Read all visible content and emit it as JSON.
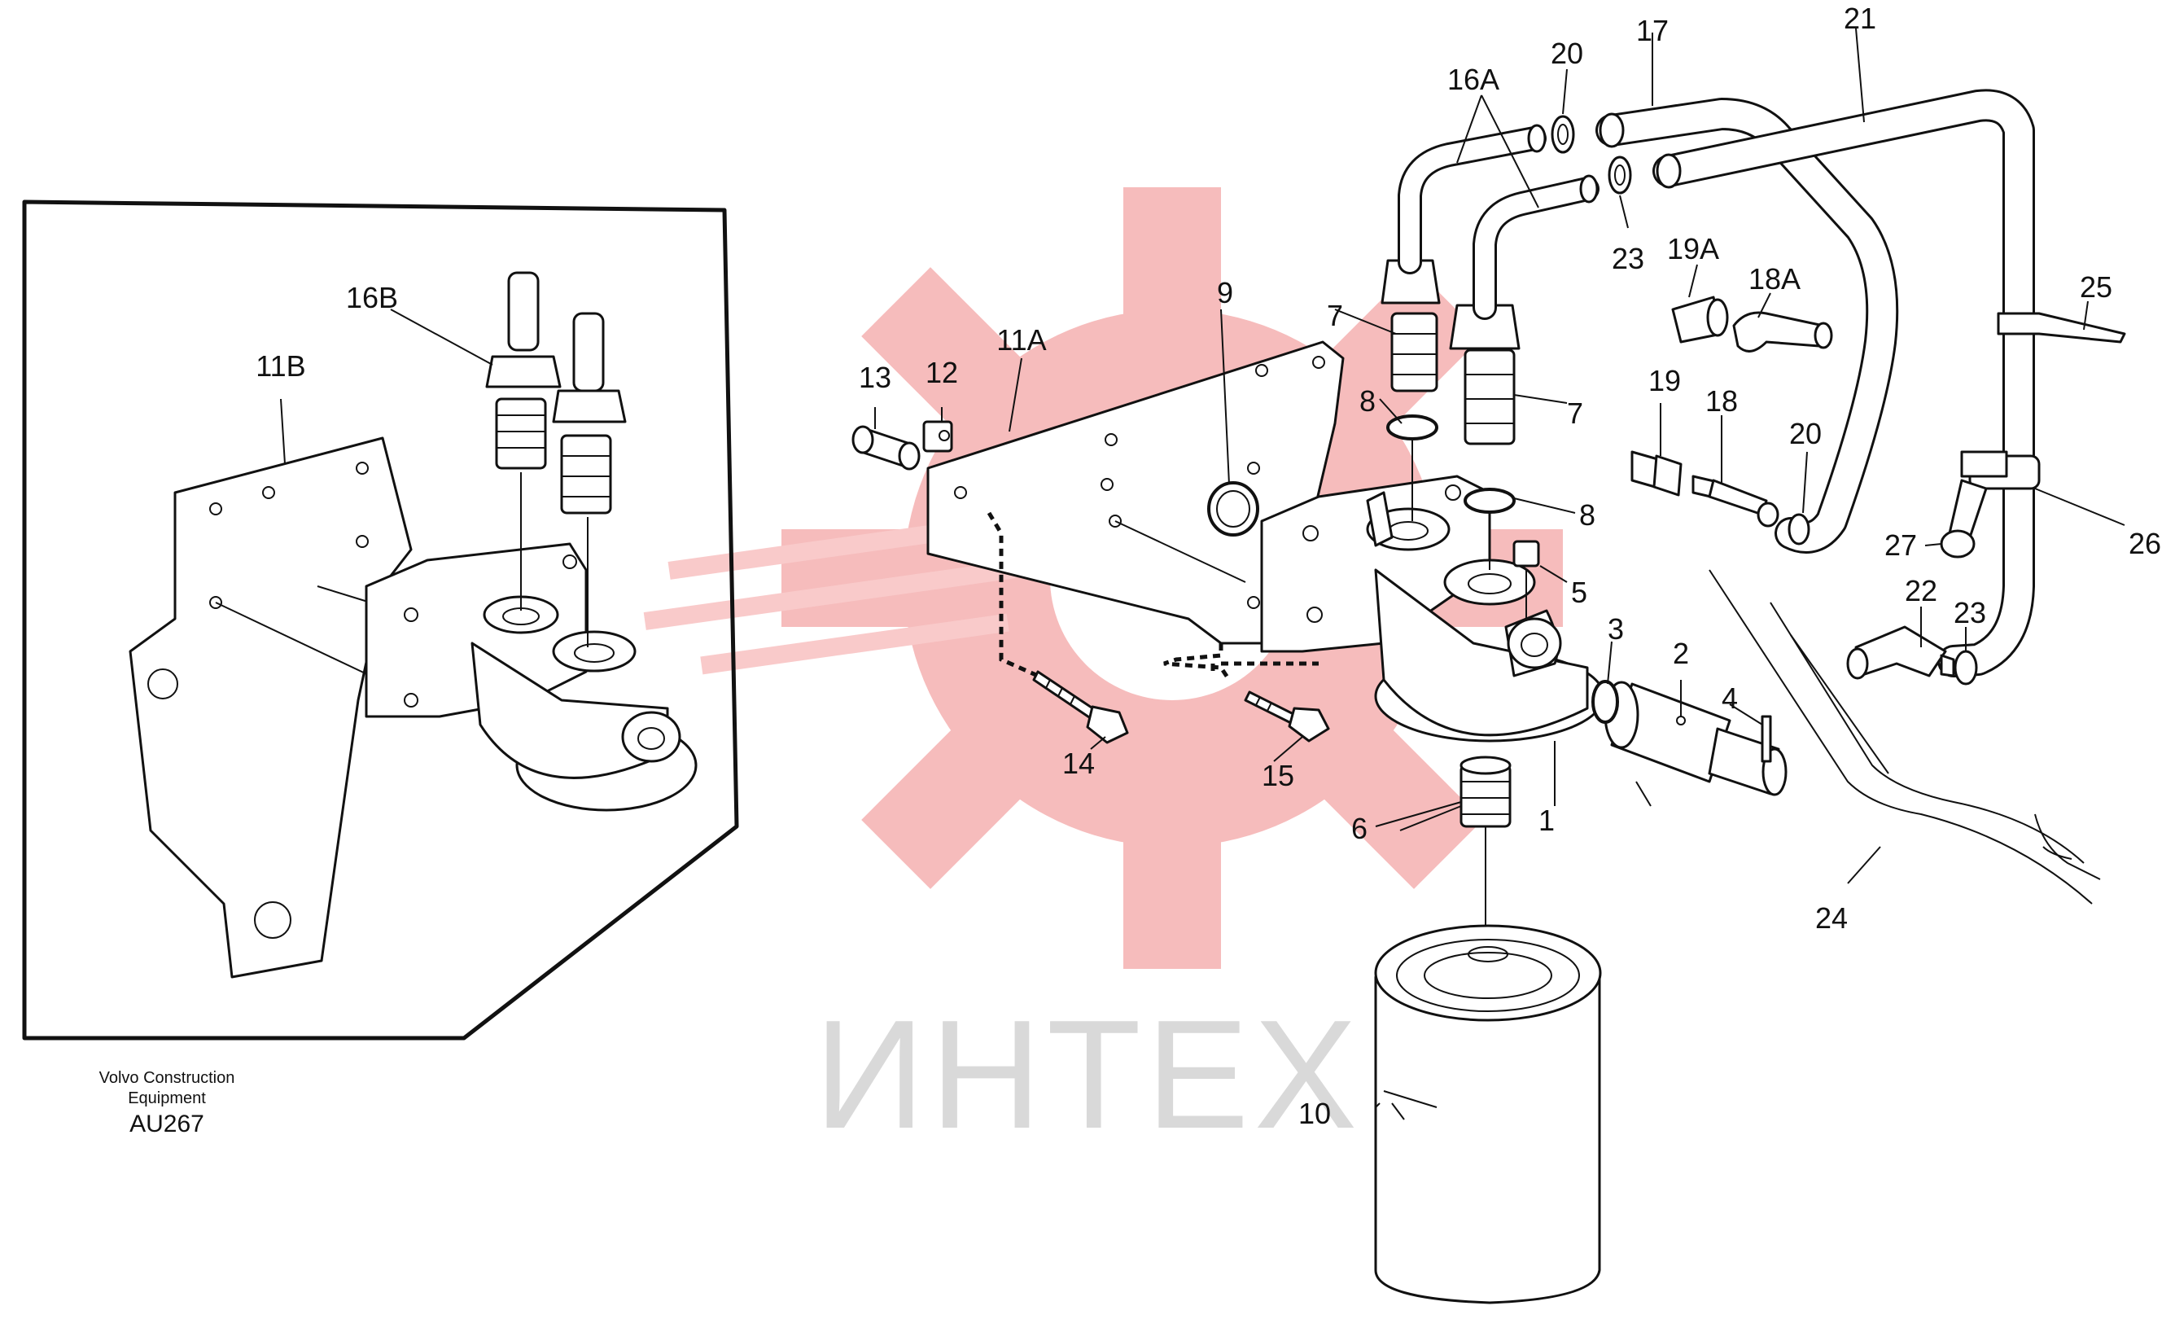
{
  "diagram": {
    "caption": {
      "line1": "Volvo Construction",
      "line2": "Equipment",
      "code": "AU267"
    },
    "watermark": {
      "text": "ИНТЕХ",
      "color": "#d9d9d9",
      "logo_color": "#f6b9b9"
    },
    "labels": {
      "l_1": "1",
      "l_2": "2",
      "l_3": "3",
      "l_4": "4",
      "l_5": "5",
      "l_6": "6",
      "l_7a": "7",
      "l_7b": "7",
      "l_8a": "8",
      "l_8b": "8",
      "l_9": "9",
      "l_10": "10",
      "l_11a": "11A",
      "l_11b": "11B",
      "l_12": "12",
      "l_13": "13",
      "l_14": "14",
      "l_15": "15",
      "l_16a": "16A",
      "l_16b": "16B",
      "l_17": "17",
      "l_18": "18",
      "l_18a": "18A",
      "l_19": "19",
      "l_19a": "19A",
      "l_20a": "20",
      "l_20b": "20",
      "l_21": "21",
      "l_22": "22",
      "l_23a": "23",
      "l_23b": "23",
      "l_24": "24",
      "l_25": "25",
      "l_26": "26",
      "l_27": "27"
    }
  }
}
